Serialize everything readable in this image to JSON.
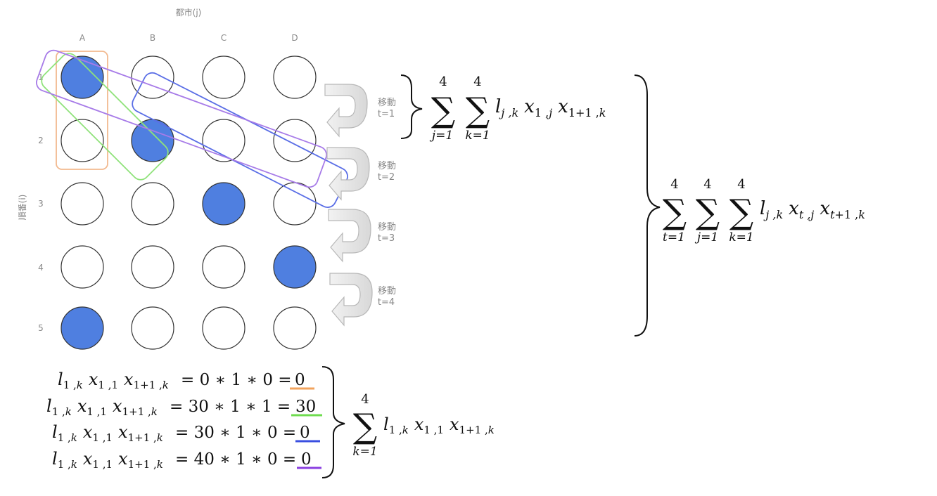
{
  "axes": {
    "col_title": "都市(j)",
    "row_title": "順番(i)",
    "columns": [
      "A",
      "B",
      "C",
      "D"
    ],
    "rows": [
      "1",
      "2",
      "3",
      "4",
      "5"
    ]
  },
  "grid": {
    "filled": [
      [
        1,
        "A"
      ],
      [
        2,
        "B"
      ],
      [
        3,
        "C"
      ],
      [
        4,
        "D"
      ],
      [
        5,
        "A"
      ]
    ],
    "fill_color": "#4f7fe0"
  },
  "steps": [
    {
      "label": "移動",
      "t": "t=1"
    },
    {
      "label": "移動",
      "t": "t=2"
    },
    {
      "label": "移動",
      "t": "t=3"
    },
    {
      "label": "移動",
      "t": "t=4"
    }
  ],
  "highlights": {
    "orange": "#f2b98f",
    "green": "#8fe27a",
    "blue": "#5a6ee6",
    "purple": "#a77be8"
  },
  "formulas": {
    "step_sum": {
      "upper_j": "4",
      "upper_k": "4",
      "lower_j": "j=1",
      "lower_k": "k=1"
    },
    "total_sum": {
      "upper_t": "4",
      "upper_j": "4",
      "upper_k": "4",
      "lower_t": "t=1",
      "lower_j": "j=1",
      "lower_k": "k=1"
    },
    "row_sum": {
      "upper": "4",
      "lower": "k=1"
    },
    "rows": [
      {
        "expr": "= 0 ∗ 1 ∗ 0 =",
        "result": "0",
        "color": "#f2a35c"
      },
      {
        "expr": "= 30 ∗ 1 ∗ 1 =",
        "result": "30",
        "color": "#6fdc4f"
      },
      {
        "expr": "= 30 ∗ 1 ∗ 0 =",
        "result": "0",
        "color": "#3a4fe0"
      },
      {
        "expr": "= 40 ∗ 1 ∗ 0 =",
        "result": "0",
        "color": "#8a3fe0"
      }
    ]
  }
}
